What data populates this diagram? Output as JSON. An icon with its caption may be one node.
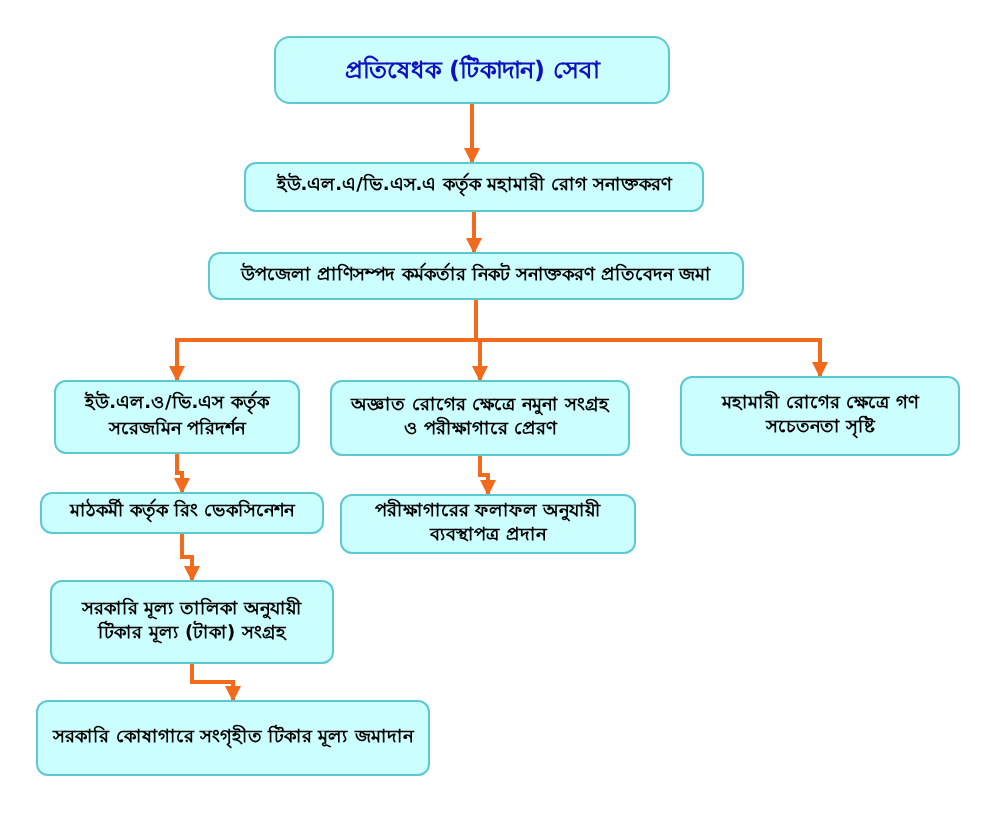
{
  "diagram": {
    "nodes": [
      {
        "text": [
          "প্রতিষেধক (টিকাদান) সেবা"
        ]
      },
      {
        "text": [
          "ইউ.এল.এ/ভি.এস.এ কর্তৃক মহামারী রোগ সনাক্তকরণ"
        ]
      },
      {
        "text": [
          "উপজেলা প্রাণিসম্পদ কর্মকর্তার নিকট সনাক্তকরণ প্রতিবেদন জমা"
        ]
      },
      {
        "text": [
          "ইউ.এল.ও/ভি.এস কর্তৃক সরেজমিন পরিদর্শন"
        ]
      },
      {
        "text": [
          "অজ্ঞাত রোগের ক্ষেত্রে নমুনা সংগ্রহ ও পরীক্ষাগারে প্রেরণ"
        ]
      },
      {
        "text": [
          "মহামারী রোগের ক্ষেত্রে গণ সচেতনতা সৃষ্টি"
        ]
      },
      {
        "text": [
          "মাঠকর্মী কর্তৃক রিং ভেকসিনেশন"
        ]
      },
      {
        "text": [
          "পরীক্ষাগারের ফলাফল অনুযায়ী ব্যবস্থাপত্র প্রদান"
        ]
      },
      {
        "text": [
          "সরকারি মূল্য তালিকা অনুযায়ী টিকার মূল্য (টাকা) সংগ্রহ"
        ]
      },
      {
        "text": [
          "সরকারি কোষাগারে সংগৃহীত টিকার মূল্য জমাদান"
        ]
      }
    ],
    "edges": [
      {
        "from": 0,
        "to": 1,
        "arrow": "to"
      },
      {
        "from": 1,
        "to": 2,
        "arrow": "to"
      },
      {
        "from": 2,
        "to": 3,
        "arrow": "to"
      },
      {
        "from": 2,
        "to": 4,
        "arrow": "to"
      },
      {
        "from": 2,
        "to": 5,
        "arrow": "to"
      },
      {
        "from": 3,
        "to": 6,
        "arrow": "to"
      },
      {
        "from": 4,
        "to": 7,
        "arrow": "to"
      },
      {
        "from": 6,
        "to": 8,
        "arrow": "to"
      },
      {
        "from": 8,
        "to": 9,
        "arrow": "to"
      }
    ]
  }
}
